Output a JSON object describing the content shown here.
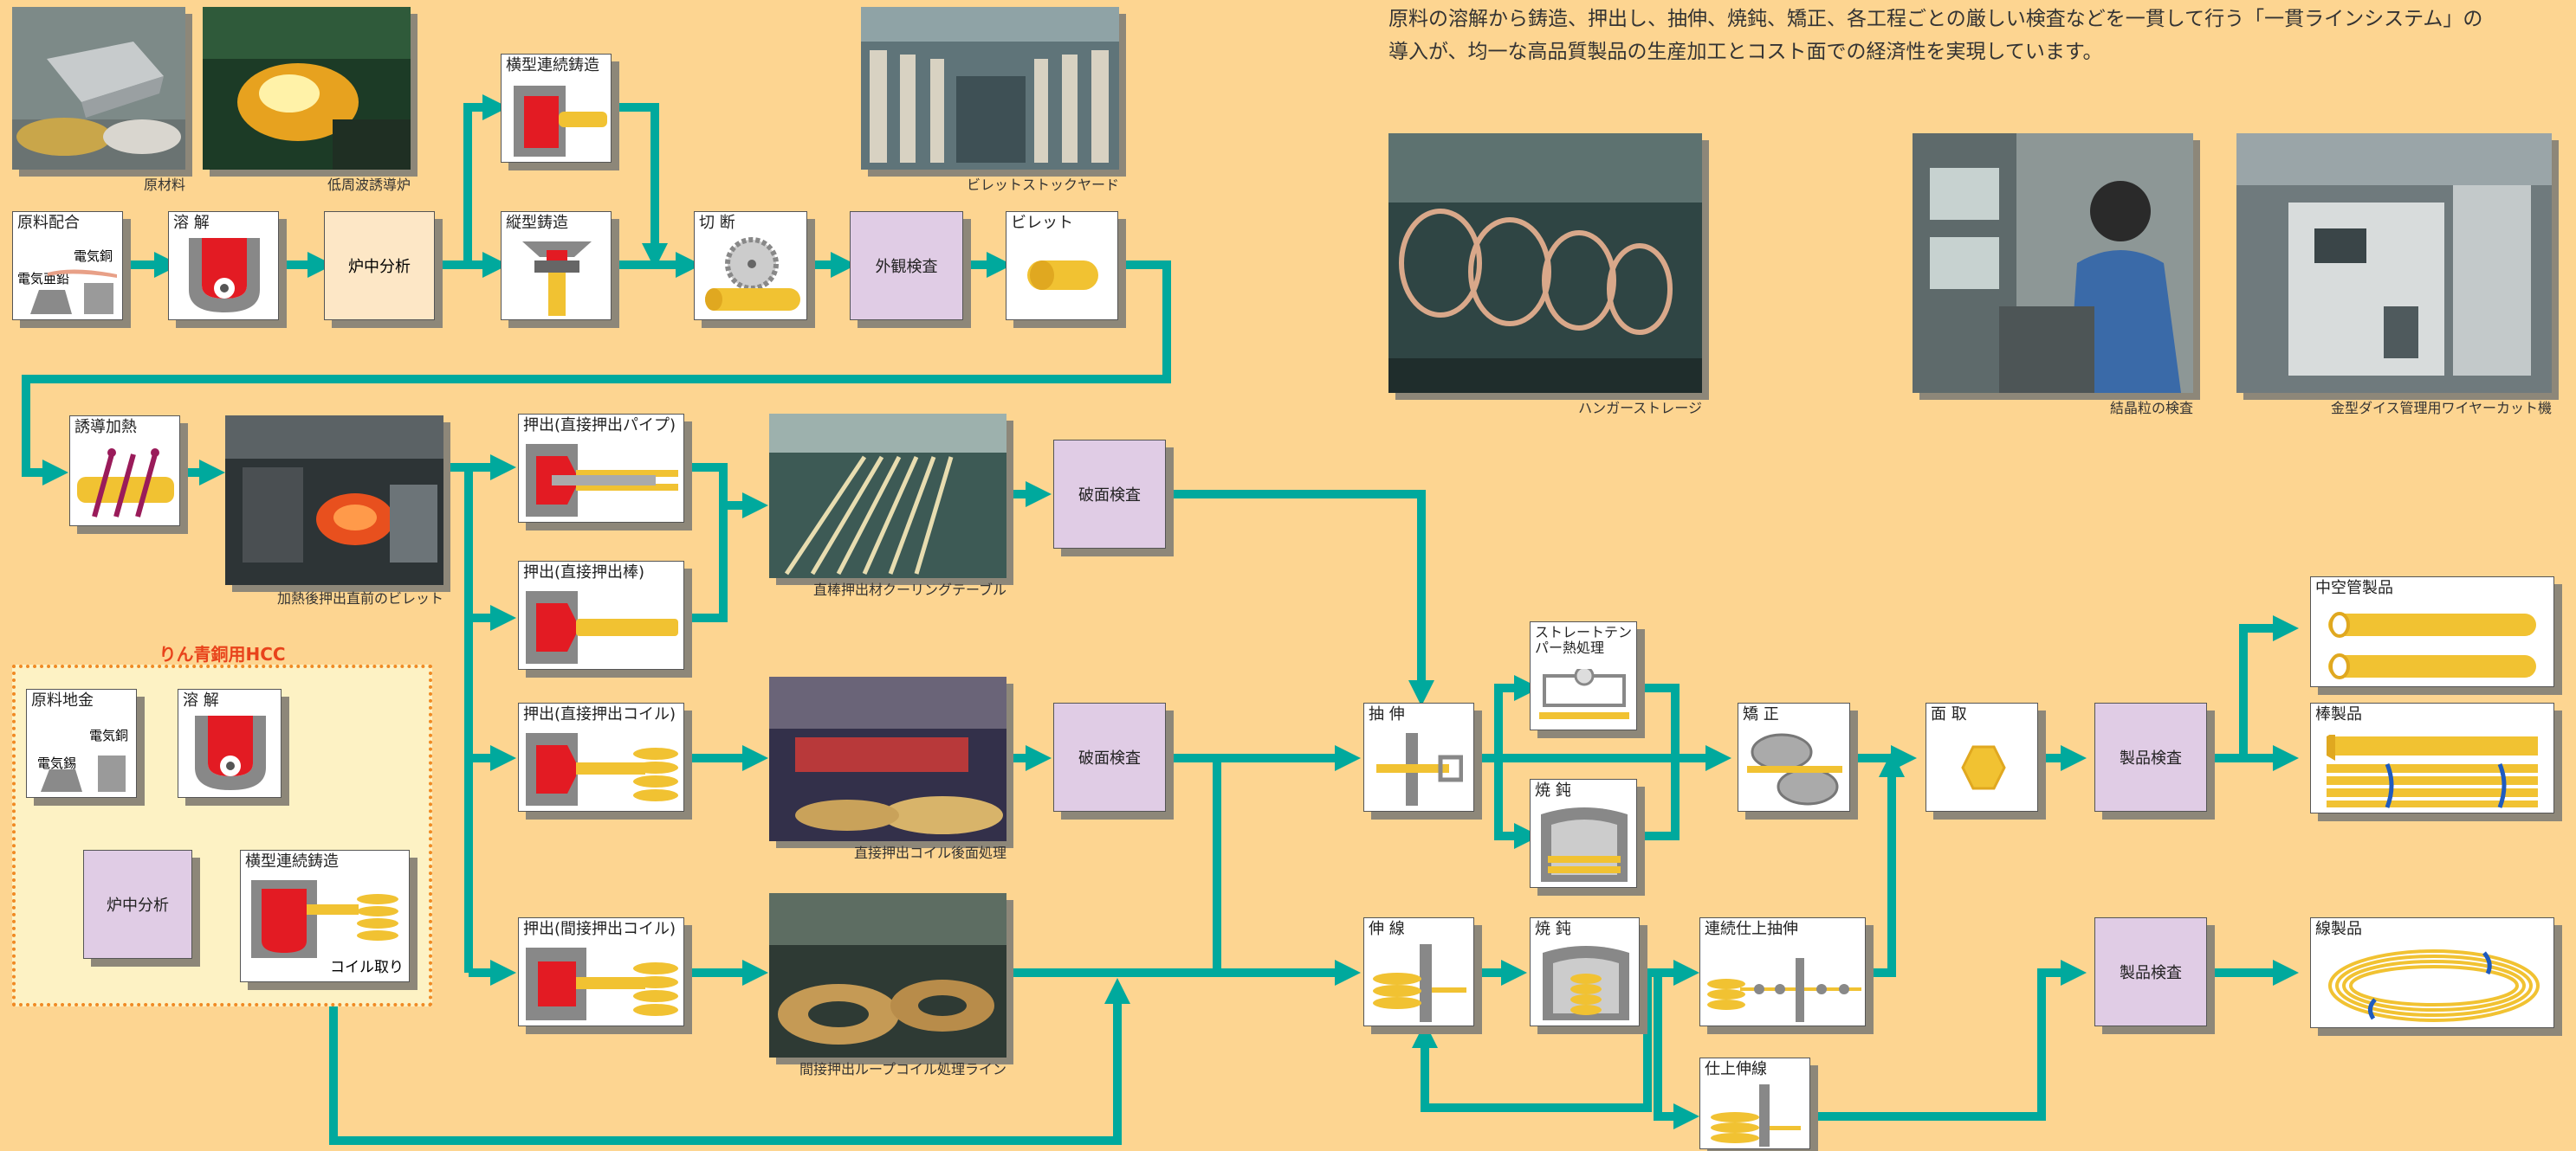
{
  "intro": {
    "line1": "原料の溶解から鋳造、押出し、抽伸、焼鈍、矯正、各工程ごとの厳しい検査などを一貫して行う「一貫ラインシステム」の",
    "line2": "導入が、均一な高品質製品の生産加工とコスト面での経済性を実現しています。"
  },
  "photos": {
    "raw_material": "原材料",
    "induction_furnace": "低周波誘導炉",
    "billet_yard": "ビレットストックヤード",
    "heated_billet": "加熱後押出直前のビレット",
    "cooling_table": "直棒押出材クーリングテーブル",
    "coil_post": "直接押出コイル後面処理",
    "indirect_coil_line": "間接押出ループコイル処理ライン",
    "hanger_storage": "ハンガーストレージ",
    "grain_inspection": "結晶粒の検査",
    "wire_cut": "金型ダイス管理用ワイヤーカット機"
  },
  "nodes": {
    "mix": "原料配合",
    "mix_cu": "電気銅",
    "mix_zn": "電気亜鉛",
    "melt": "溶 解",
    "furnace_analysis": "炉中分析",
    "horizontal_cast": "横型連続鋳造",
    "vertical_cast": "縦型鋳造",
    "cut": "切 断",
    "visual_inspection": "外観検査",
    "billet": "ビレット",
    "induction_heating": "誘導加熱",
    "ext_pipe": "押出(直接押出パイプ)",
    "ext_rod": "押出(直接押出棒)",
    "ext_coil": "押出(直接押出コイル)",
    "ext_indirect_coil": "押出(間接押出コイル)",
    "fracture_inspection_1": "破面検査",
    "fracture_inspection_2": "破面検査",
    "draw": "抽 伸",
    "straight_temper": "ストレートテンパー熱処理",
    "anneal_1": "焼 鈍",
    "straighten": "矯 正",
    "chamfer": "面 取",
    "product_inspection_1": "製品検査",
    "wire_draw": "伸 線",
    "anneal_2": "焼 鈍",
    "continuous_finish": "連続仕上抽伸",
    "finish_wire": "仕上伸線",
    "product_inspection_2": "製品検査",
    "hollow_product": "中空管製品",
    "rod_product": "棒製品",
    "wire_product": "線製品"
  },
  "hcc": {
    "title": "りん青銅用HCC",
    "mix": "原料地金",
    "mix_cu": "電気銅",
    "mix_sn": "電気錫",
    "melt": "溶 解",
    "furnace_analysis": "炉中分析",
    "horizontal_cast": "横型連続鋳造",
    "coil_take": "コイル取り"
  },
  "colors": {
    "background": "#FDD591",
    "arrow": "#00A99D",
    "inspection_box": "#E0CCE5",
    "hcc_border": "#F08A24",
    "hcc_title": "#E8431B",
    "copper": "#E31B23",
    "brass": "#F1C232"
  }
}
